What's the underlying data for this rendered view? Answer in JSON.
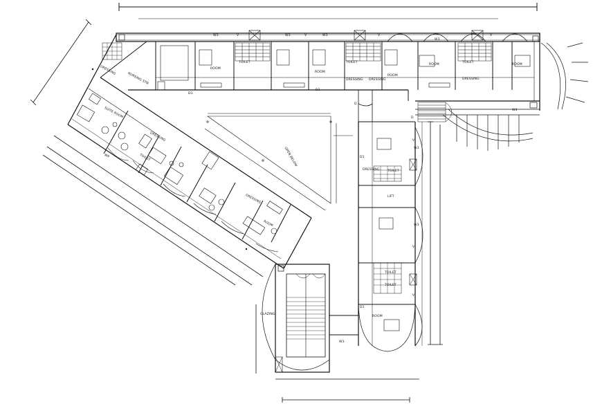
{
  "plan": {
    "labels": {
      "nurses_station": "NURSING STN",
      "suite_room": "SUITE ROOM",
      "room": "ROOM",
      "toilet": "TOILET",
      "dressing": "DRESSING",
      "lift": "LIFT",
      "glazing": "GLAZING",
      "open_below": "OPEN BELOW",
      "v": "V",
      "d": "D",
      "d1": "D1",
      "w3": "W3",
      "w4": "W4",
      "wp": "WP"
    }
  }
}
